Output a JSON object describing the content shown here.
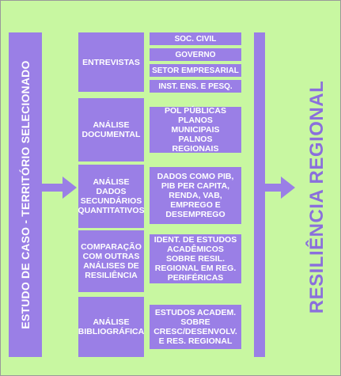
{
  "left_label": "ESTUDO DE CASO - TERRITÓRIO SELECIONADO",
  "right_label": "RESILIÊNCIA REGIONAL",
  "methods": [
    {
      "label": "ENTREVISTAS",
      "details": [
        "SOC. CIVIL",
        "GOVERNO",
        "SETOR EMPRESARIAL",
        "INST. ENS. E PESQ."
      ]
    },
    {
      "label": "ANÁLISE DOCUMENTAL",
      "detail": "POL PÚBLICAS PLANOS MUNICIPAIS PALNOS REGIONAIS"
    },
    {
      "label": "ANÁLISE DADOS SECUNDÁRIOS QUANTITATIVOS",
      "detail": "DADOS COMO PIB, PIB PER CAPITA, RENDA, VAB, EMPREGO E DESEMPREGO"
    },
    {
      "label": "COMPARAÇÃO COM OUTRAS ANÁLISES DE RESILIÊNCIA",
      "detail": "IDENT. DE ESTUDOS ACADÊMICOS SOBRE RESIL. REGIONAL EM REG. PERIFÉRICAS"
    },
    {
      "label": "ANÁLISE BIBLIOGRÁFICA",
      "detail": "ESTUDOS ACADEM. SOBRE CRESC/DESENVOLV. E RES. REGIONAL"
    }
  ],
  "colors": {
    "background": "#c8f7a1",
    "box": "#9a7fe6",
    "text_on_box": "#ffffff",
    "right_label": "#8a6fdc"
  }
}
